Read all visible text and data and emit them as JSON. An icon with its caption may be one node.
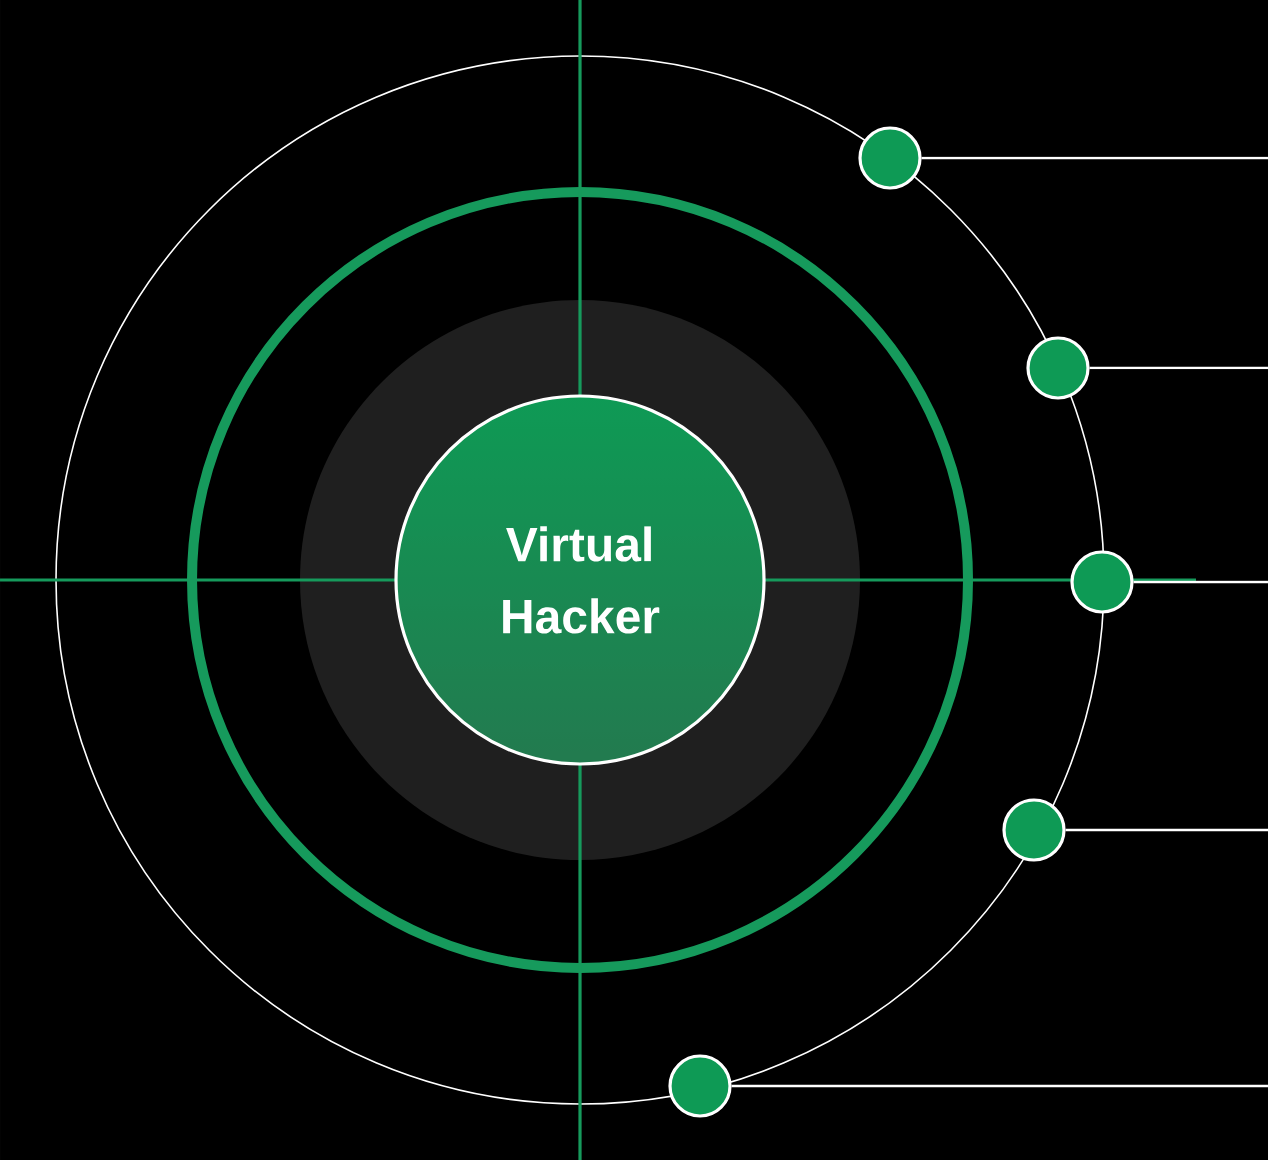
{
  "diagram": {
    "nodes": [
      {
        "text": [
          "Virtual Hacker"
        ]
      },
      {
        "text": [],
        "shape": "circle"
      },
      {
        "text": [],
        "shape": "circle"
      },
      {
        "text": [],
        "shape": "circle"
      },
      {
        "text": [],
        "shape": "circle"
      },
      {
        "text": [],
        "shape": "circle"
      }
    ],
    "edges": [
      {
        "from": 1,
        "to": null,
        "arrow": "none"
      },
      {
        "from": 2,
        "to": null,
        "arrow": "none"
      },
      {
        "from": 3,
        "to": null,
        "arrow": "none"
      },
      {
        "from": 4,
        "to": null,
        "arrow": "none"
      },
      {
        "from": 5,
        "to": null,
        "arrow": "none"
      }
    ]
  }
}
